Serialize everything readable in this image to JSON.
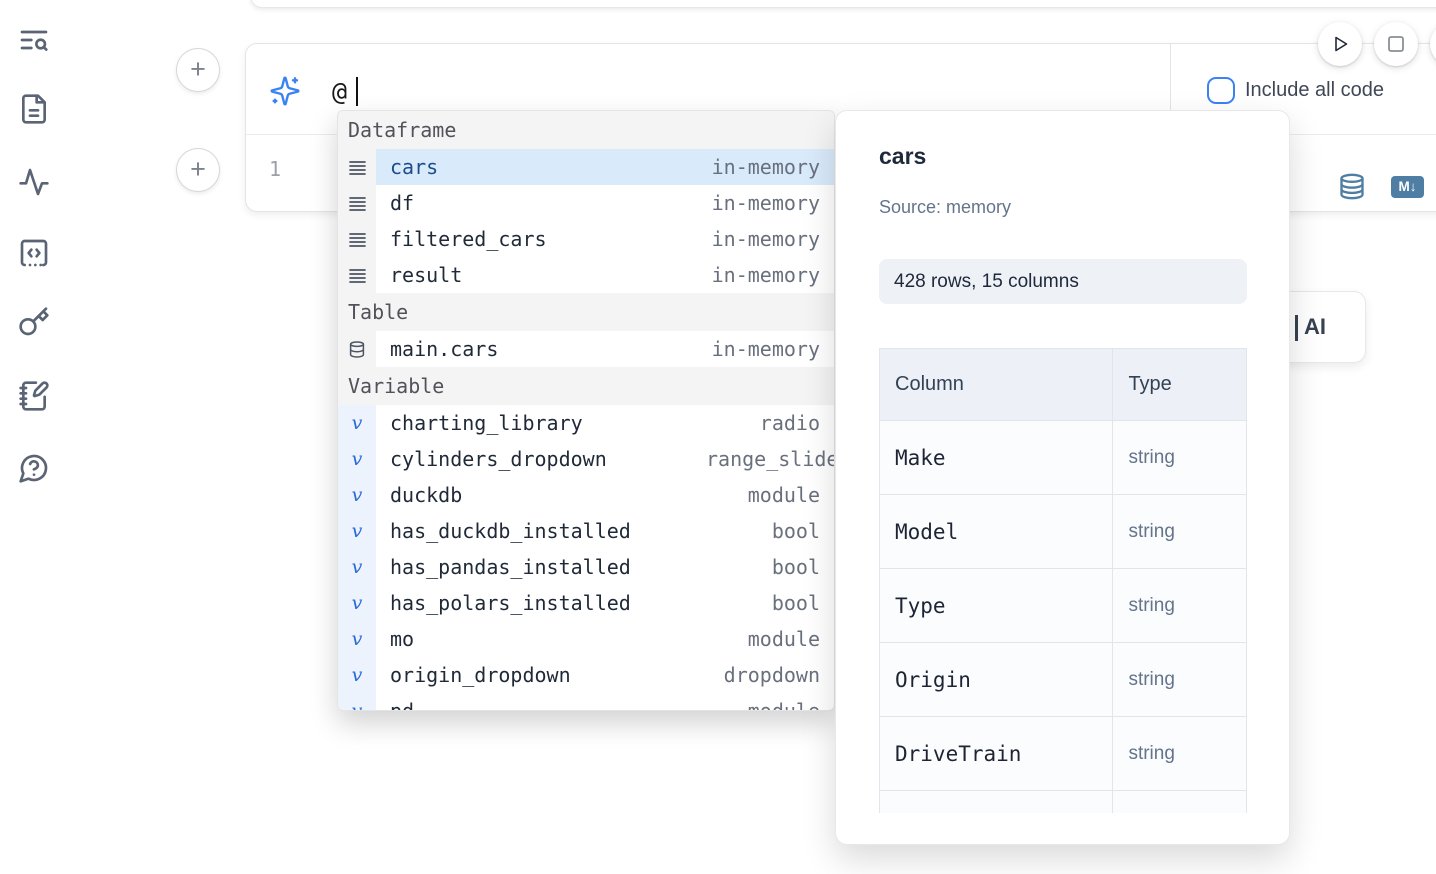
{
  "cell": {
    "ai_input": {
      "value": "@",
      "placeholder": ""
    },
    "include_all_code": {
      "label": "Include all code",
      "checked": false
    },
    "line_number": "1"
  },
  "autocomplete": {
    "sections": [
      {
        "label": "Dataframe",
        "items": [
          {
            "name": "cars",
            "type": "in-memory",
            "selected": true
          },
          {
            "name": "df",
            "type": "in-memory",
            "selected": false
          },
          {
            "name": "filtered_cars",
            "type": "in-memory",
            "selected": false
          },
          {
            "name": "result",
            "type": "in-memory",
            "selected": false
          }
        ]
      },
      {
        "label": "Table",
        "items": [
          {
            "name": "main.cars",
            "type": "in-memory",
            "selected": false
          }
        ]
      },
      {
        "label": "Variable",
        "items": [
          {
            "name": "charting_library",
            "type": "radio"
          },
          {
            "name": "cylinders_dropdown",
            "type": "range_slider"
          },
          {
            "name": "duckdb",
            "type": "module"
          },
          {
            "name": "has_duckdb_installed",
            "type": "bool"
          },
          {
            "name": "has_pandas_installed",
            "type": "bool"
          },
          {
            "name": "has_polars_installed",
            "type": "bool"
          },
          {
            "name": "mo",
            "type": "module"
          },
          {
            "name": "origin_dropdown",
            "type": "dropdown"
          },
          {
            "name": "pd",
            "type": "module"
          }
        ]
      }
    ]
  },
  "preview": {
    "title": "cars",
    "source": "Source: memory",
    "shape": "428 rows, 15 columns",
    "table": {
      "headers": [
        "Column",
        "Type"
      ],
      "rows": [
        [
          "Make",
          "string"
        ],
        [
          "Model",
          "string"
        ],
        [
          "Type",
          "string"
        ],
        [
          "Origin",
          "string"
        ],
        [
          "DriveTrain",
          "string"
        ]
      ]
    }
  },
  "ai_card": {
    "label": "AI"
  },
  "colors": {
    "accent_blue": "#3b82f6",
    "steel_blue": "#4e7ea3",
    "selected_row_bg": "#d9eafb",
    "section_header_bg": "#f4f4f5",
    "variable_gutter_bg": "#ecf3fc"
  }
}
